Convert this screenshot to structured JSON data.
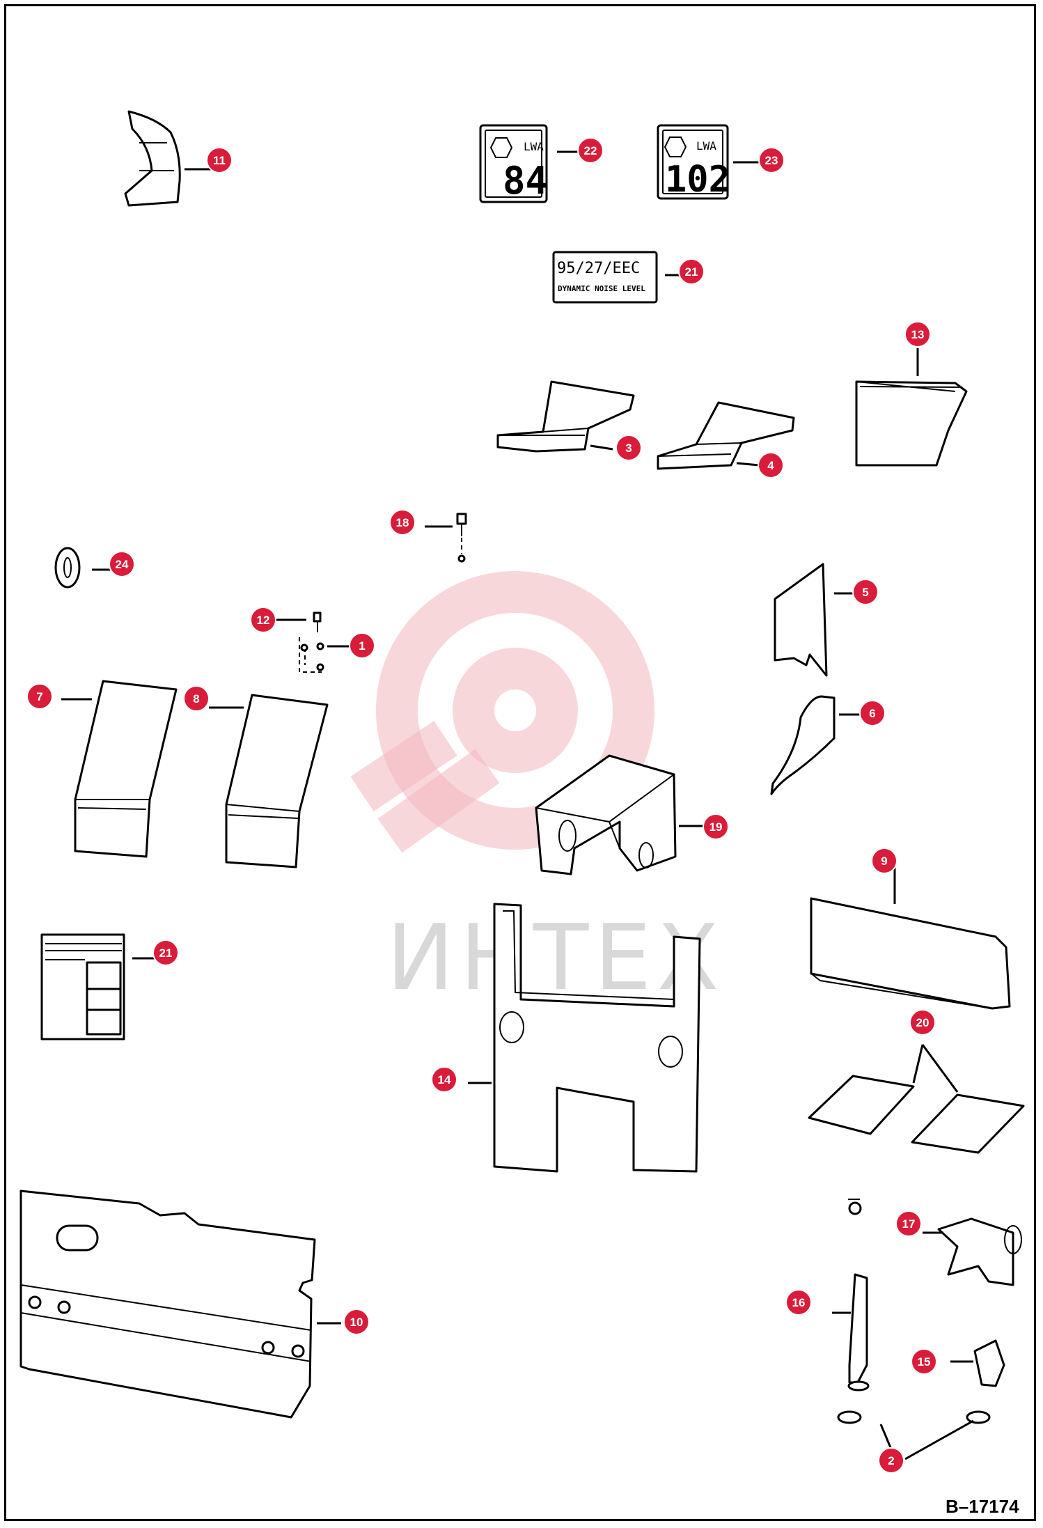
{
  "drawing": {
    "reference_number": "B–17174",
    "watermark_text": "ИНТЕХ"
  },
  "decals": {
    "sound_power_84": {
      "label": "LWA",
      "value": "84"
    },
    "sound_power_102": {
      "label": "LWA",
      "value": "102"
    },
    "noise_directive": {
      "line1": "95/27/EEC",
      "line2": "DYNAMIC NOISE LEVEL"
    }
  },
  "callouts": [
    {
      "id": "c11",
      "label": "11"
    },
    {
      "id": "c22",
      "label": "22"
    },
    {
      "id": "c23",
      "label": "23"
    },
    {
      "id": "c21a",
      "label": "21"
    },
    {
      "id": "c13",
      "label": "13"
    },
    {
      "id": "c3",
      "label": "3"
    },
    {
      "id": "c4",
      "label": "4"
    },
    {
      "id": "c18",
      "label": "18"
    },
    {
      "id": "c24",
      "label": "24"
    },
    {
      "id": "c5",
      "label": "5"
    },
    {
      "id": "c12",
      "label": "12"
    },
    {
      "id": "c1",
      "label": "1"
    },
    {
      "id": "c7",
      "label": "7"
    },
    {
      "id": "c8",
      "label": "8"
    },
    {
      "id": "c6",
      "label": "6"
    },
    {
      "id": "c19",
      "label": "19"
    },
    {
      "id": "c9",
      "label": "9"
    },
    {
      "id": "c21b",
      "label": "21"
    },
    {
      "id": "c20",
      "label": "20"
    },
    {
      "id": "c14",
      "label": "14"
    },
    {
      "id": "c17",
      "label": "17"
    },
    {
      "id": "c16",
      "label": "16"
    },
    {
      "id": "c10",
      "label": "10"
    },
    {
      "id": "c15",
      "label": "15"
    },
    {
      "id": "c2",
      "label": "2"
    }
  ]
}
